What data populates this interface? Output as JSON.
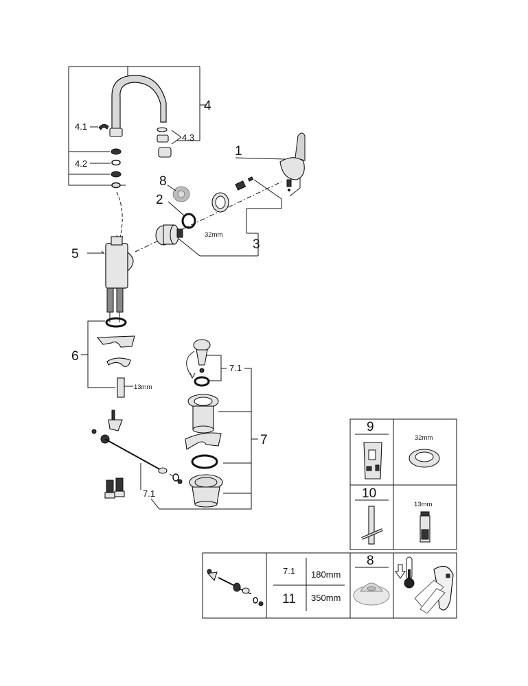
{
  "parts": {
    "p1": "1",
    "p2": "2",
    "p3": "3",
    "p4": "4",
    "p4_1": "4.1",
    "p4_2": "4.2",
    "p4_3": "4.3",
    "p5": "5",
    "p6": "6",
    "p7": "7",
    "p7_1_top": "7.1",
    "p7_1_bottom": "7.1",
    "p8": "8"
  },
  "dims": {
    "cartridge": "32mm",
    "hex": "13mm"
  },
  "tools_table": {
    "tool9_number": "9",
    "tool9_size": "32mm",
    "tool10_number": "10",
    "tool10_size": "13mm"
  },
  "length_table": {
    "rows": [
      {
        "code": "7.1",
        "length": "180mm"
      },
      {
        "code": "11",
        "length": "350mm"
      }
    ],
    "cap_number": "8"
  }
}
